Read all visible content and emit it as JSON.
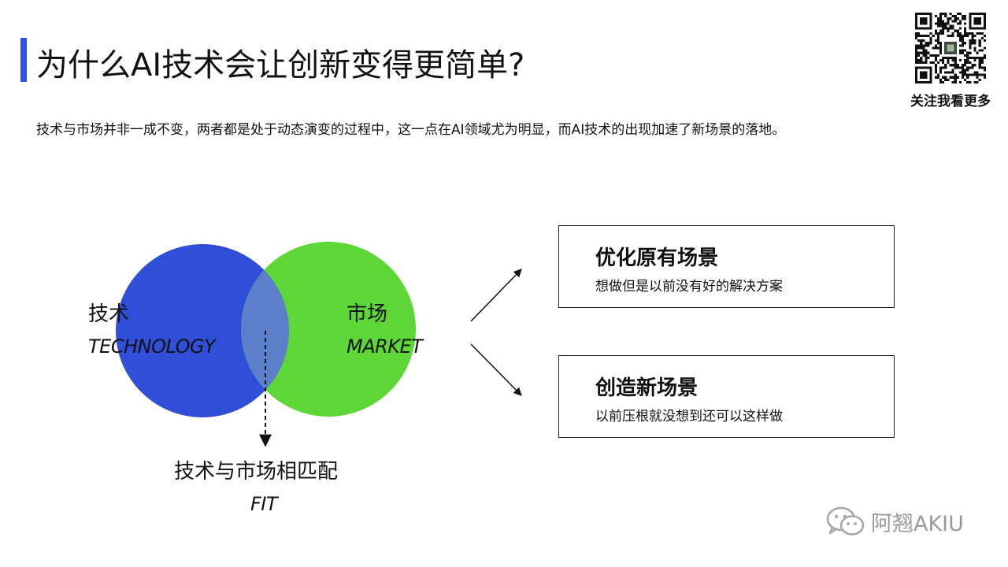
{
  "header": {
    "title": "为什么AI技术会让创新变得更简单?",
    "subtitle": "技术与市场并非一成不变，两者都是处于动态演变的过程中，这一点在AI领域尤为明显，而AI技术的出现加速了新场景的落地。"
  },
  "qr": {
    "caption": "关注我看更多"
  },
  "venn": {
    "left": {
      "label_cn": "技术",
      "label_en": "TECHNOLOGY",
      "color": "#2f4fd9"
    },
    "right": {
      "label_cn": "市场",
      "label_en": "MARKET",
      "color": "#5dd637"
    },
    "overlap_color": "#5b7fc8",
    "fit": {
      "label_cn": "技术与市场相匹配",
      "label_en": "FIT"
    }
  },
  "outcomes": [
    {
      "title": "优化原有场景",
      "desc": "想做但是以前没有好的解决方案"
    },
    {
      "title": "创造新场景",
      "desc": "以前压根就没想到还可以这样做"
    }
  ],
  "watermark": {
    "text": "阿翘AKIU",
    "icon": "wechat-icon"
  }
}
